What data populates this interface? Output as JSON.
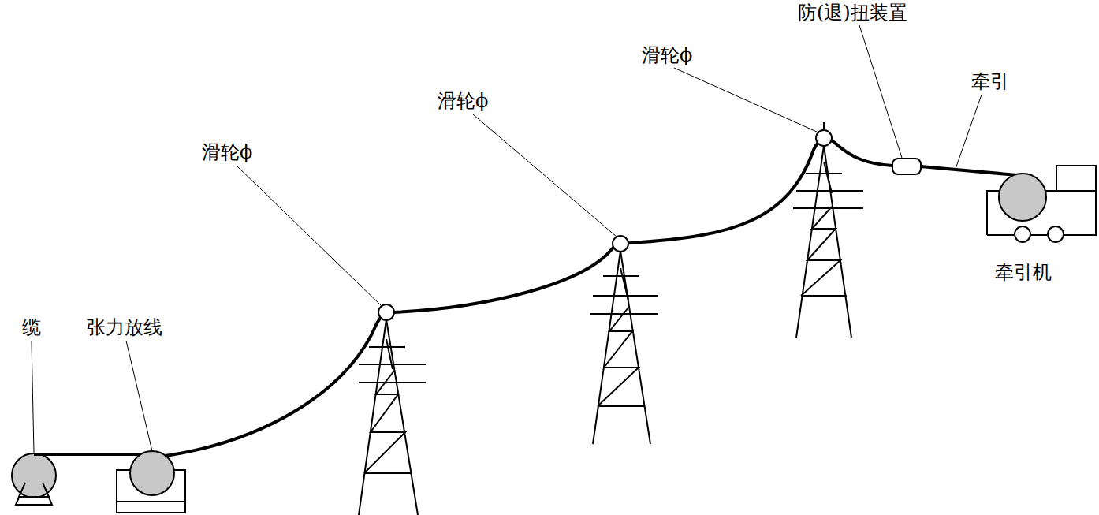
{
  "diagram": {
    "labels": [
      "缆",
      "张力放线",
      "滑轮ϕ",
      "滑轮ϕ",
      "滑轮ϕ",
      "防(退)扭装置",
      "牵引",
      "牵引机"
    ]
  }
}
